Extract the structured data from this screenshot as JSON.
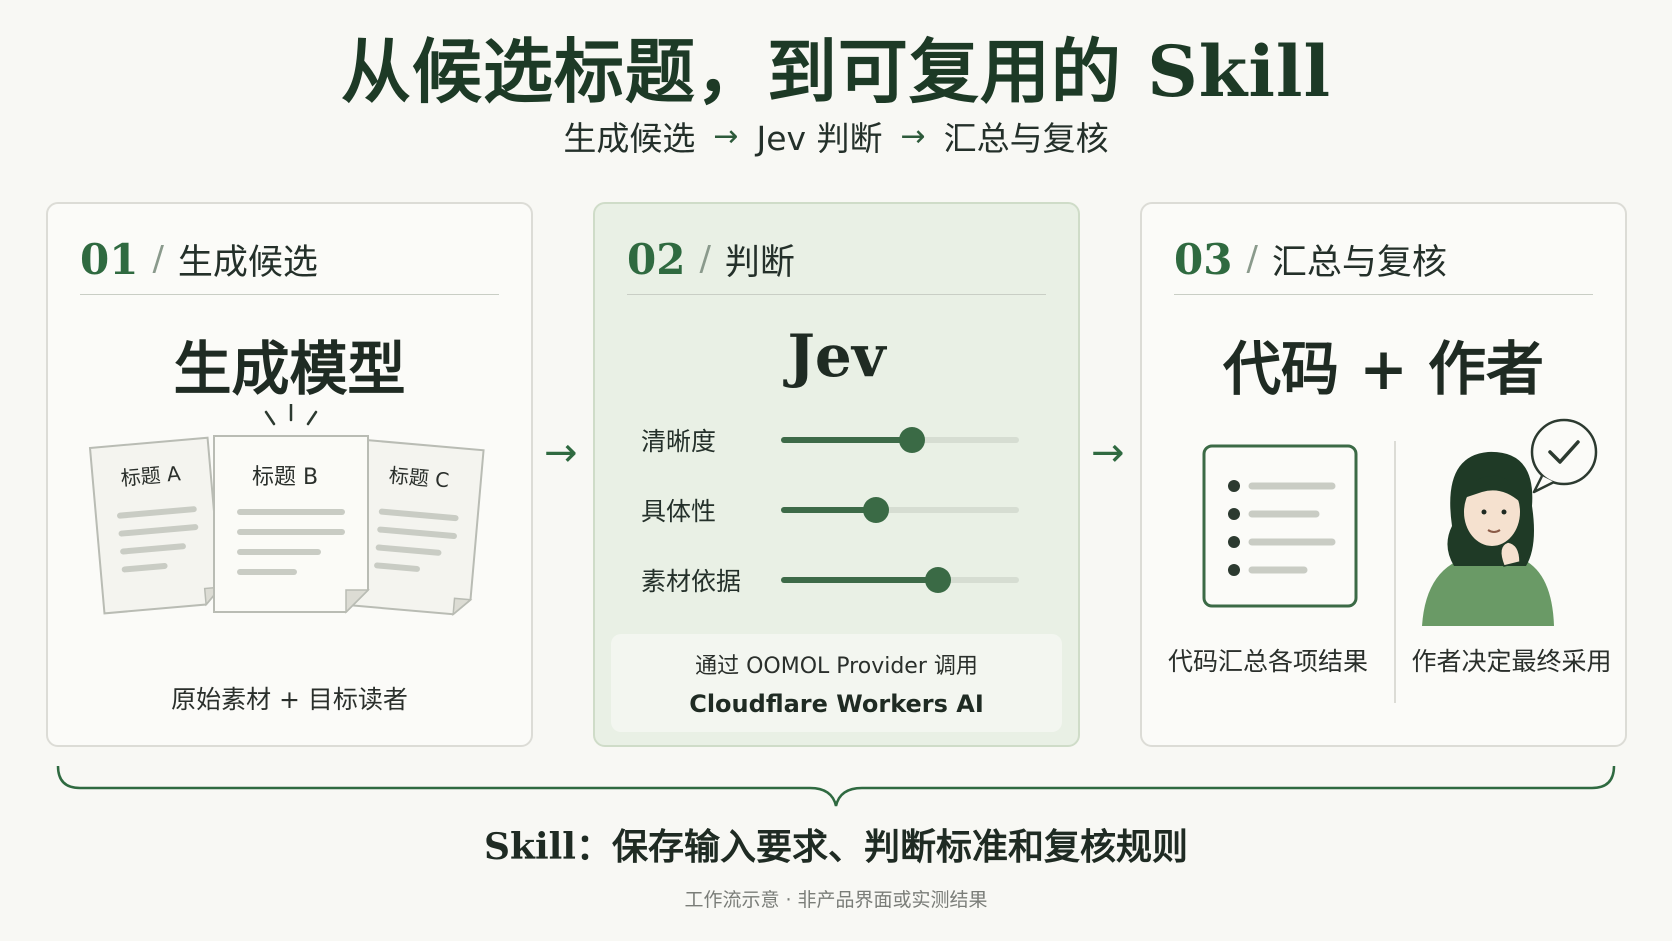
{
  "title": "从候选标题，到可复用的 Skill",
  "flow": [
    "生成候选",
    "Jev 判断",
    "汇总与复核"
  ],
  "panels": [
    {
      "num": "01",
      "name": "生成候选",
      "big": "生成模型",
      "docs": [
        "标题 A",
        "标题 B",
        "标题 C"
      ],
      "caption": "原始素材 + 目标读者"
    },
    {
      "num": "02",
      "name": "判断",
      "big": "Jev",
      "criteria": [
        {
          "label": "清晰度",
          "value": 0.55
        },
        {
          "label": "具体性",
          "value": 0.4
        },
        {
          "label": "素材依据",
          "value": 0.66
        }
      ],
      "provider_line1": "通过 OOMOL Provider 调用",
      "provider_line2": "Cloudflare Workers AI"
    },
    {
      "num": "03",
      "name": "汇总与复核",
      "big": "代码 + 作者",
      "caption_left": "代码汇总各项结果",
      "caption_right": "作者决定最终采用"
    }
  ],
  "footer": {
    "skill_word": "Skill：",
    "text": "保存输入要求、判断标准和复核规则",
    "note": "工作流示意 · 非产品界面或实测结果"
  },
  "colors": {
    "accent": "#2f6a40",
    "background": "#f8f8f4",
    "mid_panel": "#e9f0e5"
  }
}
